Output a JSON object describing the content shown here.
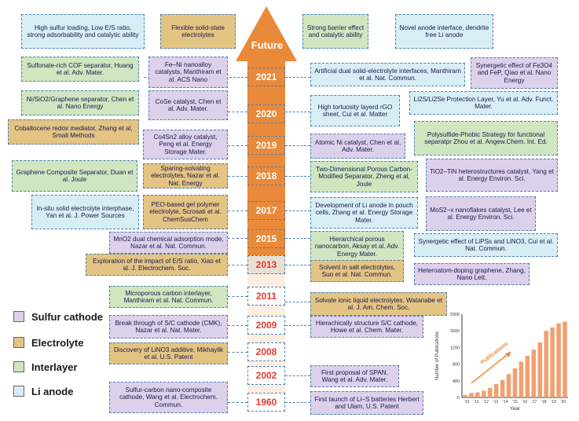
{
  "future_label": "Future",
  "colors": {
    "cathode": "#ddd0ea",
    "electrolyte": "#e3c483",
    "interlayer": "#cfe6c0",
    "anode": "#d8eef5",
    "arrow": "#e98a3a",
    "year_text": "#e33a2a"
  },
  "years": {
    "y2021": "2021",
    "y2020": "2020",
    "y2019": "2019",
    "y2018": "2018",
    "y2017": "2017",
    "y2015": "2015",
    "y2013": "2013",
    "y2011": "2011",
    "y2009": "2009",
    "y2008": "2008",
    "y2002": "2002",
    "y1960": "1960"
  },
  "legend": {
    "cathode": "Sulfur cathode",
    "electrolyte": "Electrolyte",
    "interlayer": "Interlayer",
    "anode": "Li anode"
  },
  "boxes": {
    "future_l1": "High sulfur loading, Low E/S ratio, strong adsorbability and catalytic ability",
    "future_l2": "Flexible solid-state electrolytes",
    "future_r1": "Strong barrier effect and catalytic ability",
    "future_r2": "Novel anode interface, dendrite free Li anode",
    "l2021a": "Sulfonate-rich COF separator, Huang et al. Adv. Mater.",
    "l2021b": "Fe–Ni nanoalloy catalysts, Manthiram et al. ACS Nano",
    "r2021a": "Artificial dual solid-electrolyte interfaces, Manthiram et al. Nat. Commun.",
    "r2021b": "Synergetic effect of Fe3O4 and FeP, Qiao et al. Nano Energy",
    "l2020a": "Ni/SiO2/Graphene separator, Chen et al. Nano Energy",
    "l2020b": "CoSe catalyst, Chen et al. Adv. Mater.",
    "r2020a": "High tortuosity layerd rGO sheet, Cui et al. Matter",
    "r2020b": "Li2S/Li2Se Protection Layer, Yu et al. Adv. Funct. Mater.",
    "l2019a": "Cobaltocene redox mediator, Zhang et al, Small Methods",
    "l2019b": "Co4Sn2 alloy catalyst, Peng et al. Energy Storage Mater.",
    "r2019a": "Atomic Ni catalyst, Chen et al, Adv. Mater.",
    "r2019b": "Polysulfide-Phobic Strategy for functional separatpr Zhou et al. Angew.Chem. Int. Ed.",
    "l2018a": "Graphene Composite Separator, Duan et al. Joule",
    "l2018b": "Sparing-solvating electrolytes, Nazar et al. Nat. Energy",
    "r2018a": "Two-Dimensional Porous Carbon-Modified Separator, Zheng et al, Joule",
    "r2018b": "TiO2–TiN heterostructures catalyst, Yang et al. Energy Environ. Sci.",
    "l2017a": "In-situ solid electrolyte interphase, Yan et al. J. Power Sources",
    "l2017b": "PEO-based gel polymer electrolyte, Scrosati et al. ChemSusChem",
    "r2017a": "Development of Li anode in pouch cells, Zhang et al. Energy Storage Mater.",
    "r2017b": "MoS2−x nanoflakes catalyst, Lee et al. Energy Environ. Sci.",
    "l2015": "MnO2 dual chemical adsorption mode, Nazar et al. Nat. Commun.",
    "r2015a": "Hierarchical porous nanocarbon, Aksay et al. Adv. Energy Mater.",
    "r2015b": "Synergetic effect of LiPSs and LiNO3, Cui et al. Nat. Commun.",
    "l2013": "Exploration of the impact of E/S ratio, Xiao et al. J. Electrochem. Soc.",
    "r2013a": "Solvent in salt electrolytes, Suo et al. Nat. Commun.",
    "r2013b": "Heteroatom-doping graphene, Zhang, Nano Lett.",
    "l2011": "Microporous carbon interlayer, Manthiram et al. Nat. Commun.",
    "r2011": "Solvate ionic liquid electrolytes, Watanabe et al. J. Am. Chem. Soc.",
    "l2009": "Break through of S/C cathode (CMK), Nazar et al. Nat. Mater.",
    "r2009": "Hierachically structure S/C cathode, Howe et al. Chem. Mater.",
    "l2008": "Discovery of LiNO3 additive, Mikhaylik et al. U.S. Patent",
    "r2002": "First proposal of SPAN, Wang et al. Adv. Mater.",
    "l1960": "Sulfur-carbon nano-composite cathode, Wang et al. Electrochem. Commun.",
    "r1960": "First launch of Li–S batteries Herbert and Ulam, U.S. Patent"
  },
  "chart_data": {
    "type": "bar",
    "categories": [
      "'10",
      "'11",
      "'12",
      "'13",
      "'14",
      "'15",
      "'16",
      "'17",
      "'18",
      "'19",
      "'20"
    ],
    "tick_labels": [
      "'10",
      "'11",
      "'12",
      "'13",
      "'14",
      "'15",
      "'16",
      "'17",
      "'18",
      "'19",
      "'20"
    ],
    "values_note": "",
    "series": [
      {
        "values": [
          60,
          110,
          120,
          160,
          230,
          320,
          420,
          560,
          700,
          860,
          1000,
          1150,
          1320,
          1600,
          1680,
          1780,
          1820
        ]
      }
    ],
    "xlabel": "Year",
    "ylabel": "Number of Publications",
    "ylim": [
      0,
      2000
    ],
    "yticks": [
      "0",
      "400",
      "800",
      "1200",
      "1600",
      "2000"
    ],
    "annotation": "Publications",
    "bar_color": "#f0a070"
  }
}
